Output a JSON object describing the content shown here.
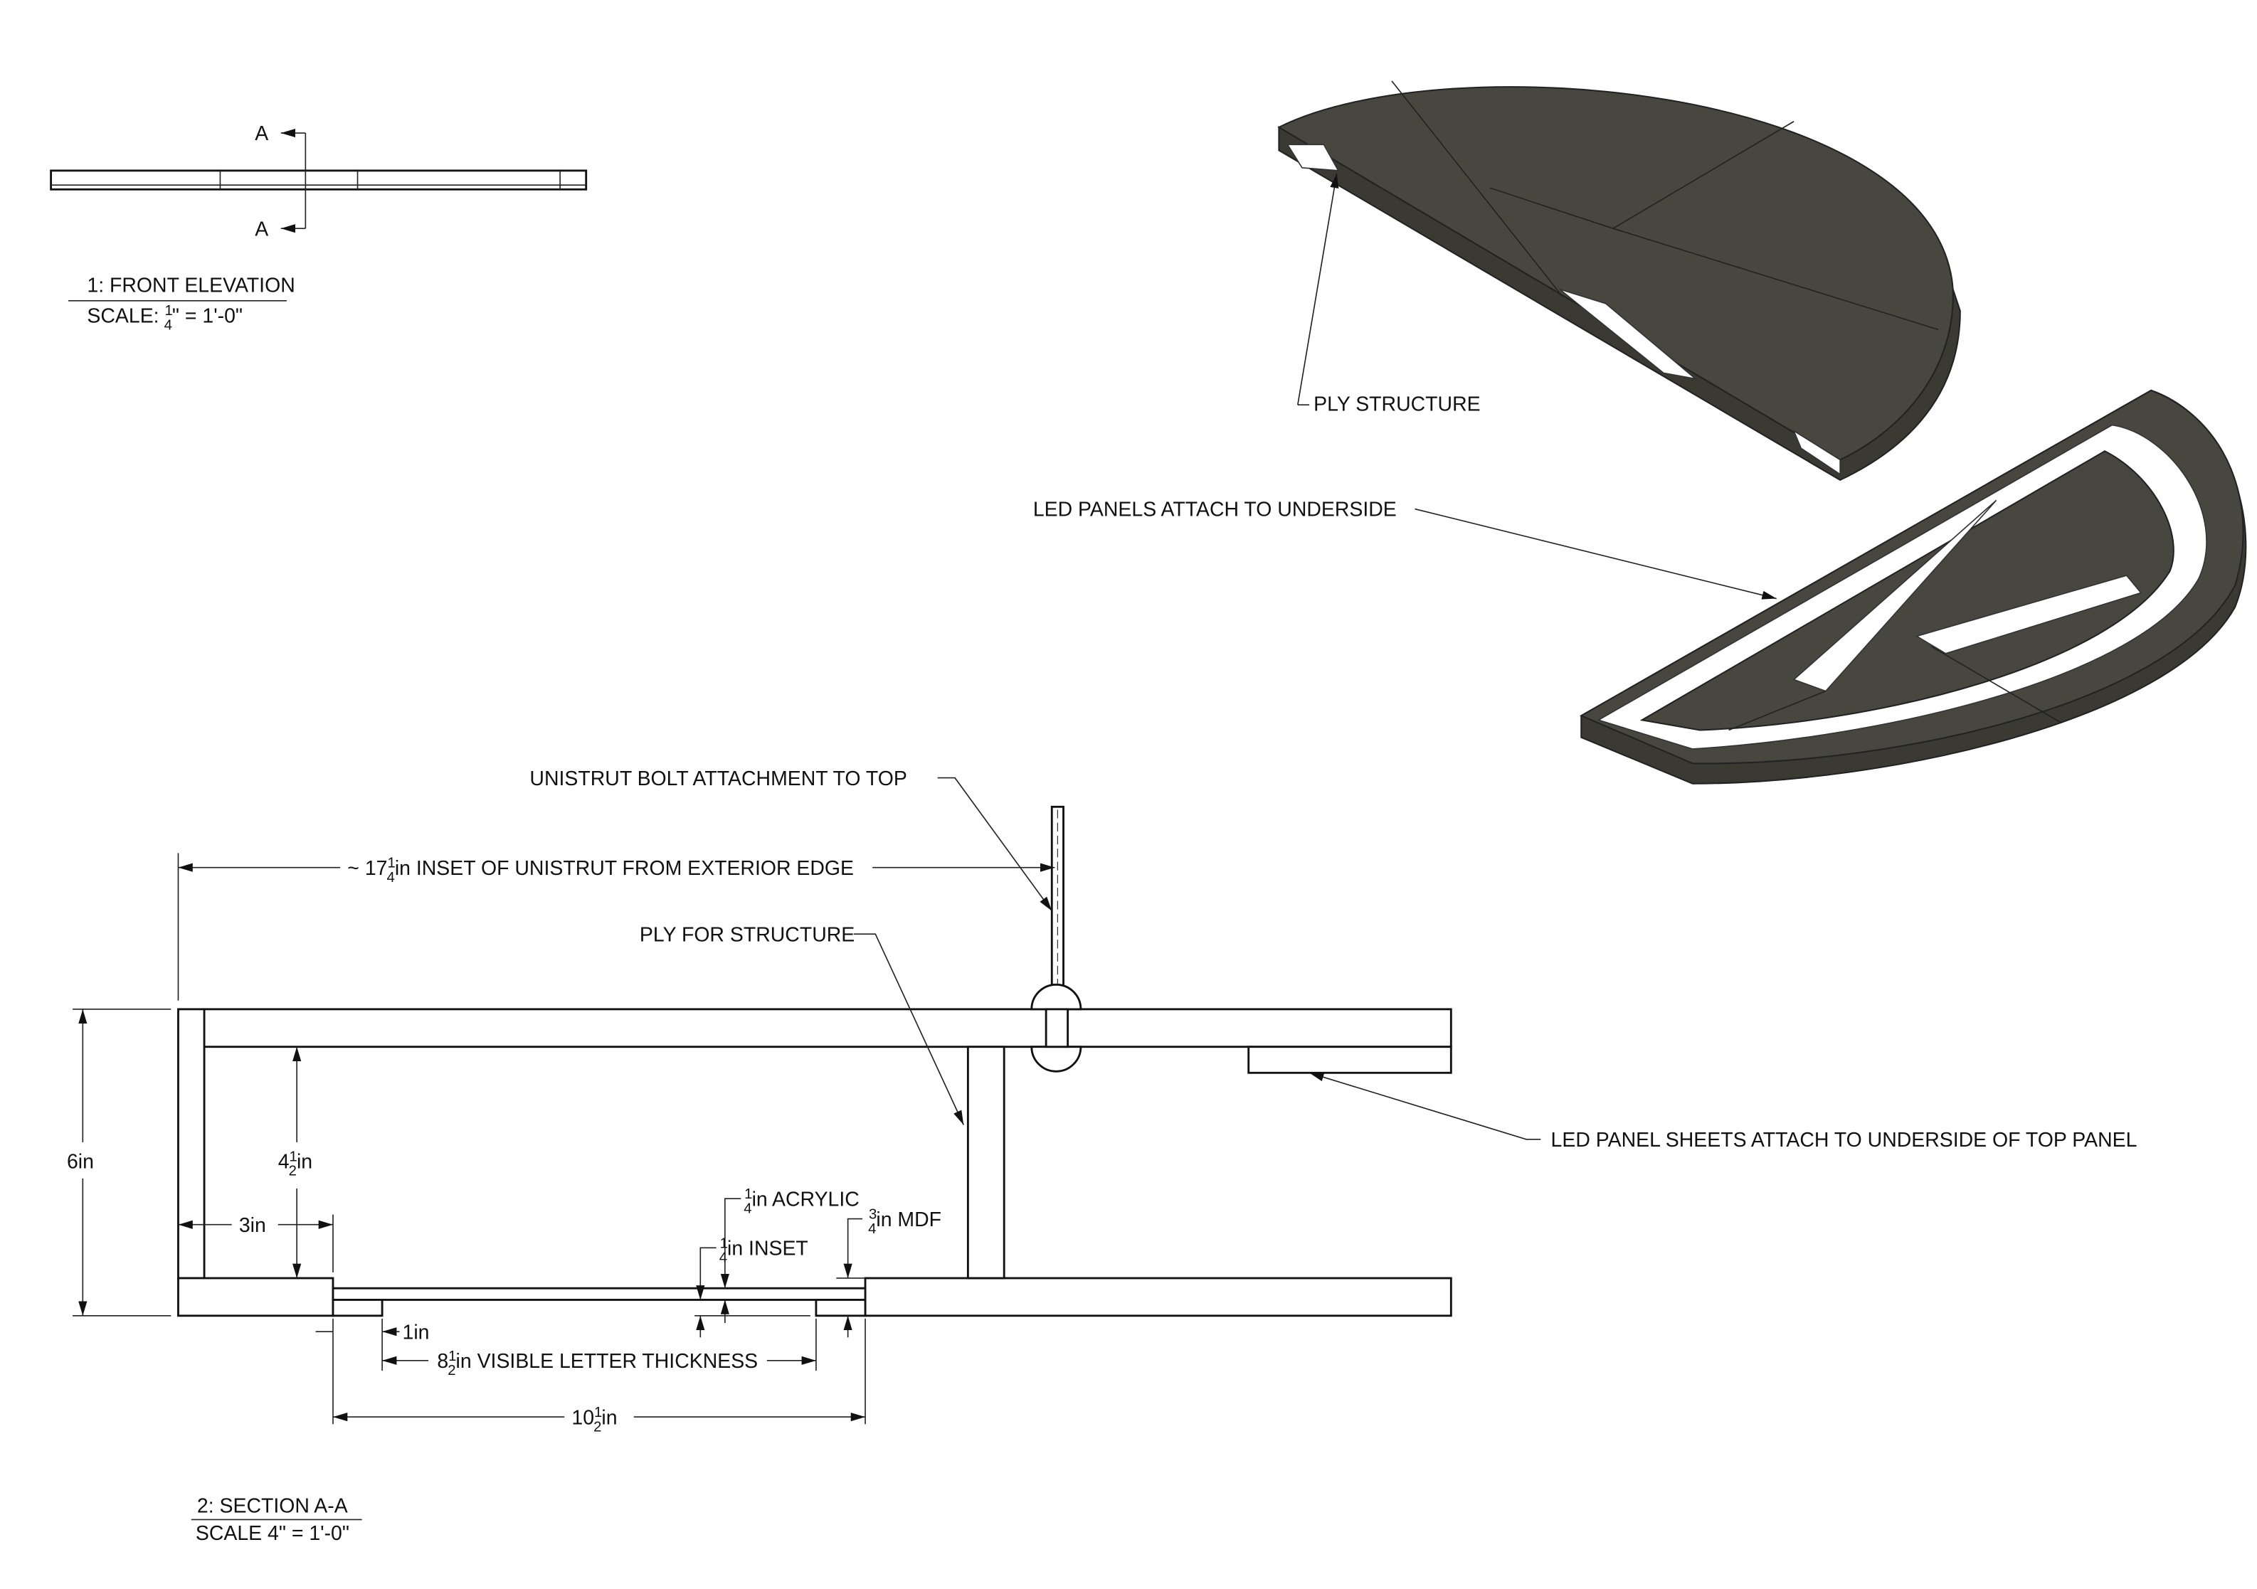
{
  "front_elevation": {
    "section_marker": "A",
    "title": "1: FRONT ELEVATION",
    "scale_prefix": "SCALE: ",
    "scale_num": "1",
    "scale_den": "4",
    "scale_suffix": "\" = 1'-0\""
  },
  "isometric": {
    "ply_label": "PLY STRUCTURE",
    "led_label": "LED PANELS ATTACH TO UNDERSIDE"
  },
  "section": {
    "title": "2: SECTION A-A",
    "scale": "SCALE 4\" = 1'-0\"",
    "unistrut_label": "UNISTRUT BOLT ATTACHMENT TO TOP",
    "inset_label": {
      "prefix": "~ 17",
      "num": "1",
      "den": "4",
      "rest": "in INSET OF UNISTRUT FROM EXTERIOR EDGE"
    },
    "ply_label": "PLY FOR STRUCTURE",
    "led_sheet_label": "LED PANEL SHEETS ATTACH TO UNDERSIDE OF TOP PANEL",
    "dim_height": "6in",
    "dim_inner": {
      "prefix": "4",
      "num": "1",
      "den": "2",
      "rest": "in"
    },
    "dim_3in": "3in",
    "acrylic": {
      "num": "1",
      "den": "4",
      "rest": "in ACRYLIC"
    },
    "mdf": {
      "num": "3",
      "den": "4",
      "rest": "in MDF"
    },
    "inset": {
      "num": "1",
      "den": "4",
      "rest": "in INSET"
    },
    "dim_1in": "1in",
    "visible": {
      "prefix": "8",
      "num": "1",
      "den": "2",
      "rest": "in VISIBLE LETTER THICKNESS"
    },
    "dim_total": {
      "prefix": "10",
      "num": "1",
      "den": "2",
      "rest": "in"
    }
  },
  "colors": {
    "panel": "#48473f",
    "line": "#111111"
  }
}
